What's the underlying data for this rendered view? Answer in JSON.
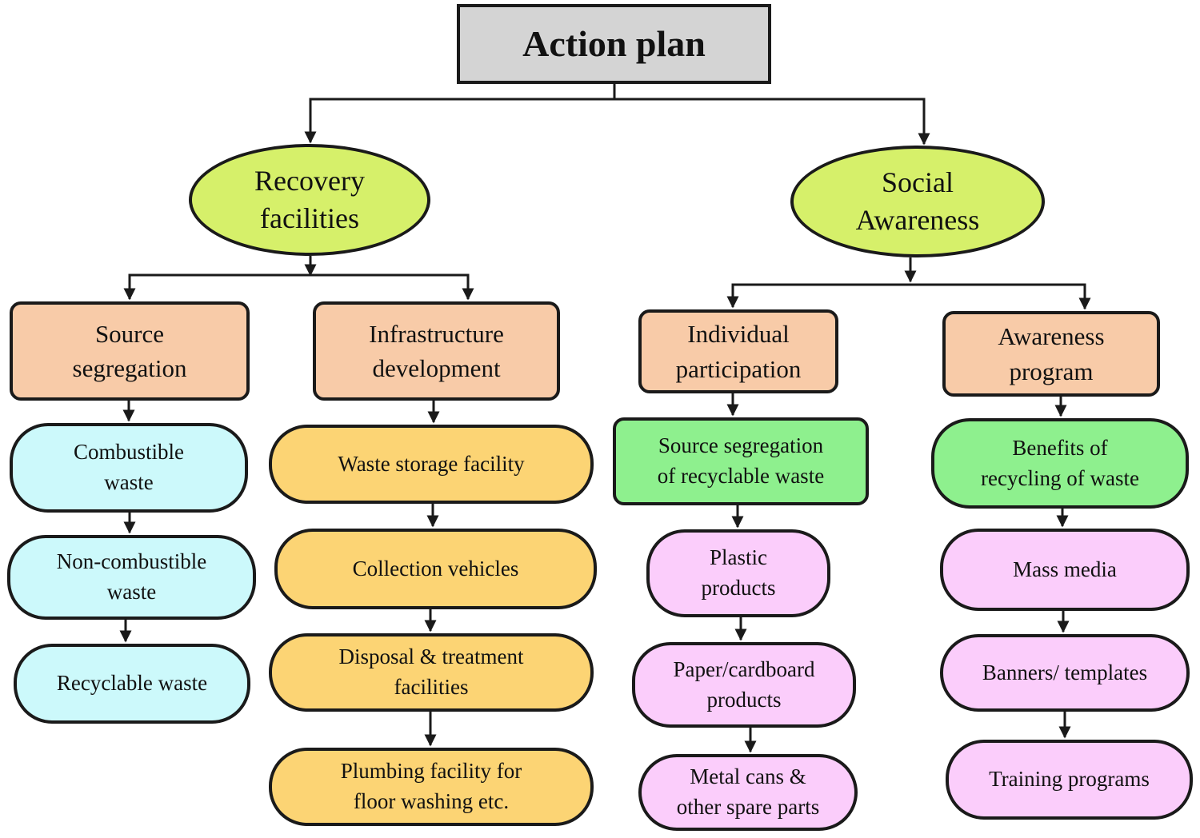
{
  "colors": {
    "title": "#d4d4d4",
    "category": "#d6f06a",
    "sub_category": "#f8cba8",
    "source_items": "#ccf9fb",
    "infra_items": "#fcd474",
    "green_items": "#8ef08e",
    "pink_items": "#fbcdfb"
  },
  "title": "Action plan",
  "recovery": {
    "label": "Recovery\nfacilities",
    "source_segregation": {
      "label": "Source\nsegregation",
      "items": [
        "Combustible\nwaste",
        "Non-combustible\nwaste",
        "Recyclable waste"
      ]
    },
    "infrastructure": {
      "label": "Infrastructure\ndevelopment",
      "items": [
        "Waste storage facility",
        "Collection vehicles",
        "Disposal & treatment\nfacilities",
        "Plumbing facility for\nfloor washing etc."
      ]
    }
  },
  "social": {
    "label": "Social\nAwareness",
    "individual": {
      "label": "Individual\nparticipation",
      "items": [
        "Source segregation\nof recyclable waste",
        "Plastic\nproducts",
        "Paper/cardboard\nproducts",
        "Metal cans &\nother spare parts"
      ]
    },
    "awareness": {
      "label": "Awareness\nprogram",
      "items": [
        "Benefits of\nrecycling of waste",
        "Mass media",
        "Banners/ templates",
        "Training programs"
      ]
    }
  }
}
